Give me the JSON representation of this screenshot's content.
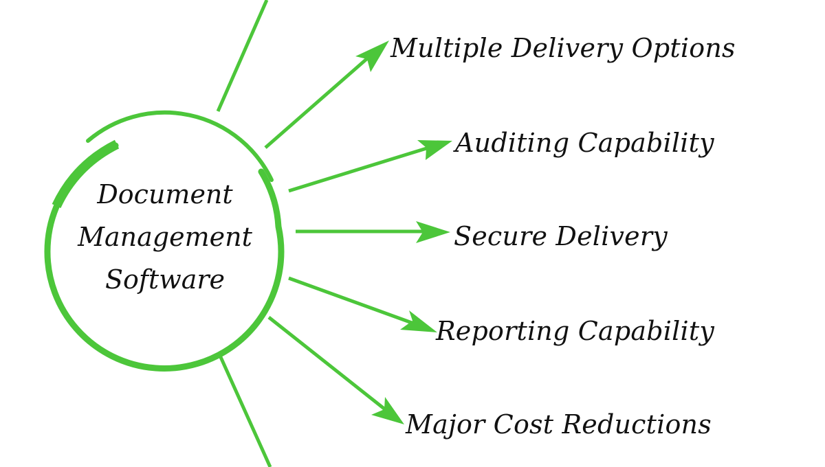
{
  "colors": {
    "accent": "#4cc63a",
    "text": "#111111",
    "background": "#ffffff"
  },
  "hub": {
    "lines": [
      "Document",
      "Management",
      "Software"
    ]
  },
  "branches": [
    {
      "label": "Multiple Delivery Options"
    },
    {
      "label": "Auditing Capability"
    },
    {
      "label": "Secure Delivery"
    },
    {
      "label": "Reporting Capability"
    },
    {
      "label": "Major Cost Reductions"
    }
  ]
}
